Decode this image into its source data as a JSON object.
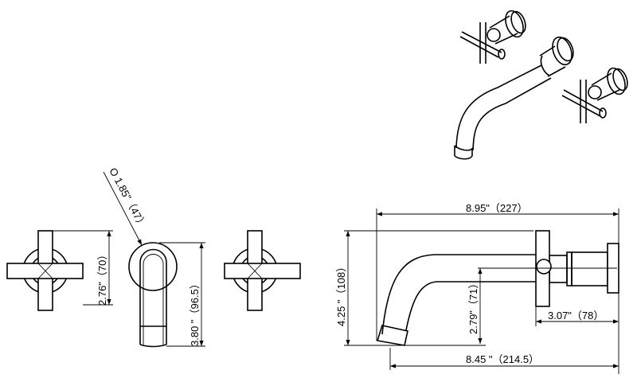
{
  "drawing": {
    "front_view": {
      "handle_height_label": "2.76\"（70）",
      "escutcheon_diameter_label": "O 1.85\"（47）",
      "spout_height_label": "3.80 \"（96.5）"
    },
    "side_view": {
      "overall_length_label": "8.95\"（227）",
      "overall_height_label": "4.25 \"（108）",
      "spout_outlet_height_label": "2.79\"（71）",
      "handle_projection_label": "3.07\"（78）",
      "spout_reach_label": "8.45 \"（214.5）"
    }
  }
}
